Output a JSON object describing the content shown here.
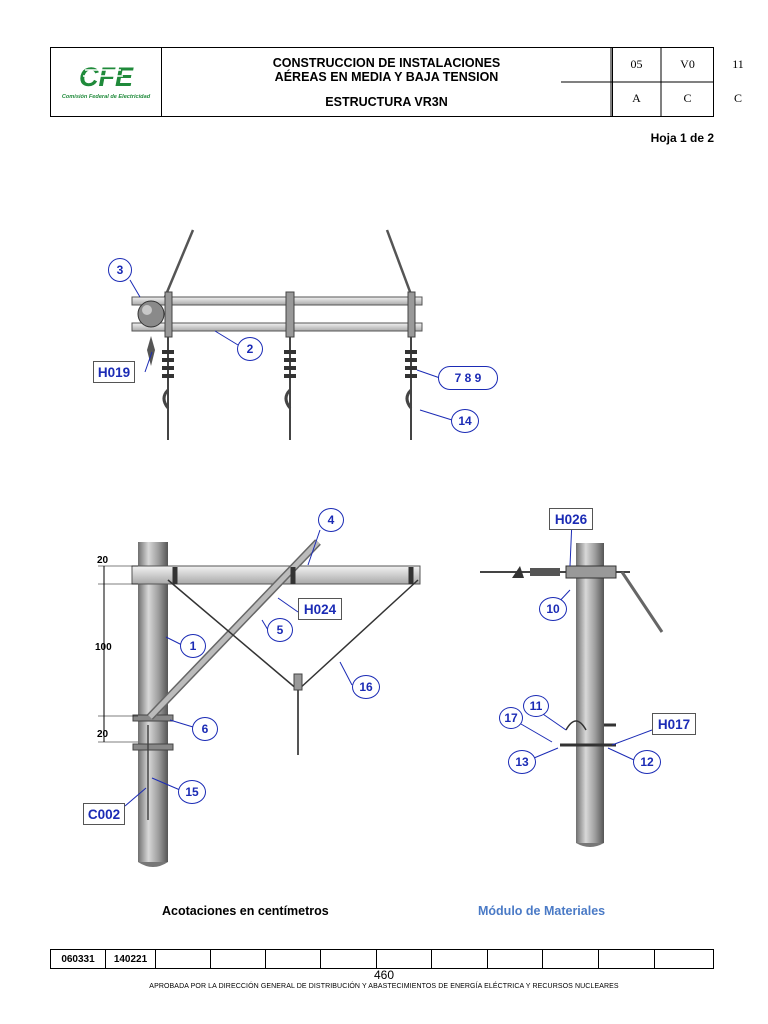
{
  "header": {
    "logo_text": "CFE",
    "logo_subtitle": "Comisión Federal de Electricidad",
    "title_line1": "CONSTRUCCION DE INSTALACIONES",
    "title_line2": "AÉREAS EN MEDIA Y BAJA TENSION",
    "structure": "ESTRUCTURA  VR3N",
    "codes": [
      "05",
      "V0",
      "11",
      "A",
      "C",
      "C"
    ]
  },
  "sheet": "Hoja 1 de 2",
  "top_view_callouts": [
    "3",
    "2",
    "H019",
    "7  8  9",
    "14"
  ],
  "side_view_callouts": [
    "4",
    "H024",
    "5",
    "1",
    "16",
    "6",
    "15",
    "C002"
  ],
  "side_view_dimensions": [
    "20",
    "100",
    "20"
  ],
  "detail_callouts": [
    "H026",
    "10",
    "11",
    "17",
    "H017",
    "13",
    "12"
  ],
  "footer_notes": {
    "dimensions_note": "Acotaciones en centímetros",
    "materials_link": "Módulo de Materiales"
  },
  "revision_row": [
    "060331",
    "140221",
    "",
    "",
    "",
    "",
    "",
    "",
    "",
    "",
    "",
    ""
  ],
  "page_number": "460",
  "approval": "APROBADA POR LA DIRECCIÓN GENERAL DE DISTRIBUCIÓN Y ABASTECIMIENTOS DE ENERGÍA ELÉCTRICA Y RECURSOS NUCLEARES",
  "colors": {
    "callout": "#1b2bb5",
    "logo_green": "#1f8a3a",
    "link": "#4a7ac6"
  }
}
